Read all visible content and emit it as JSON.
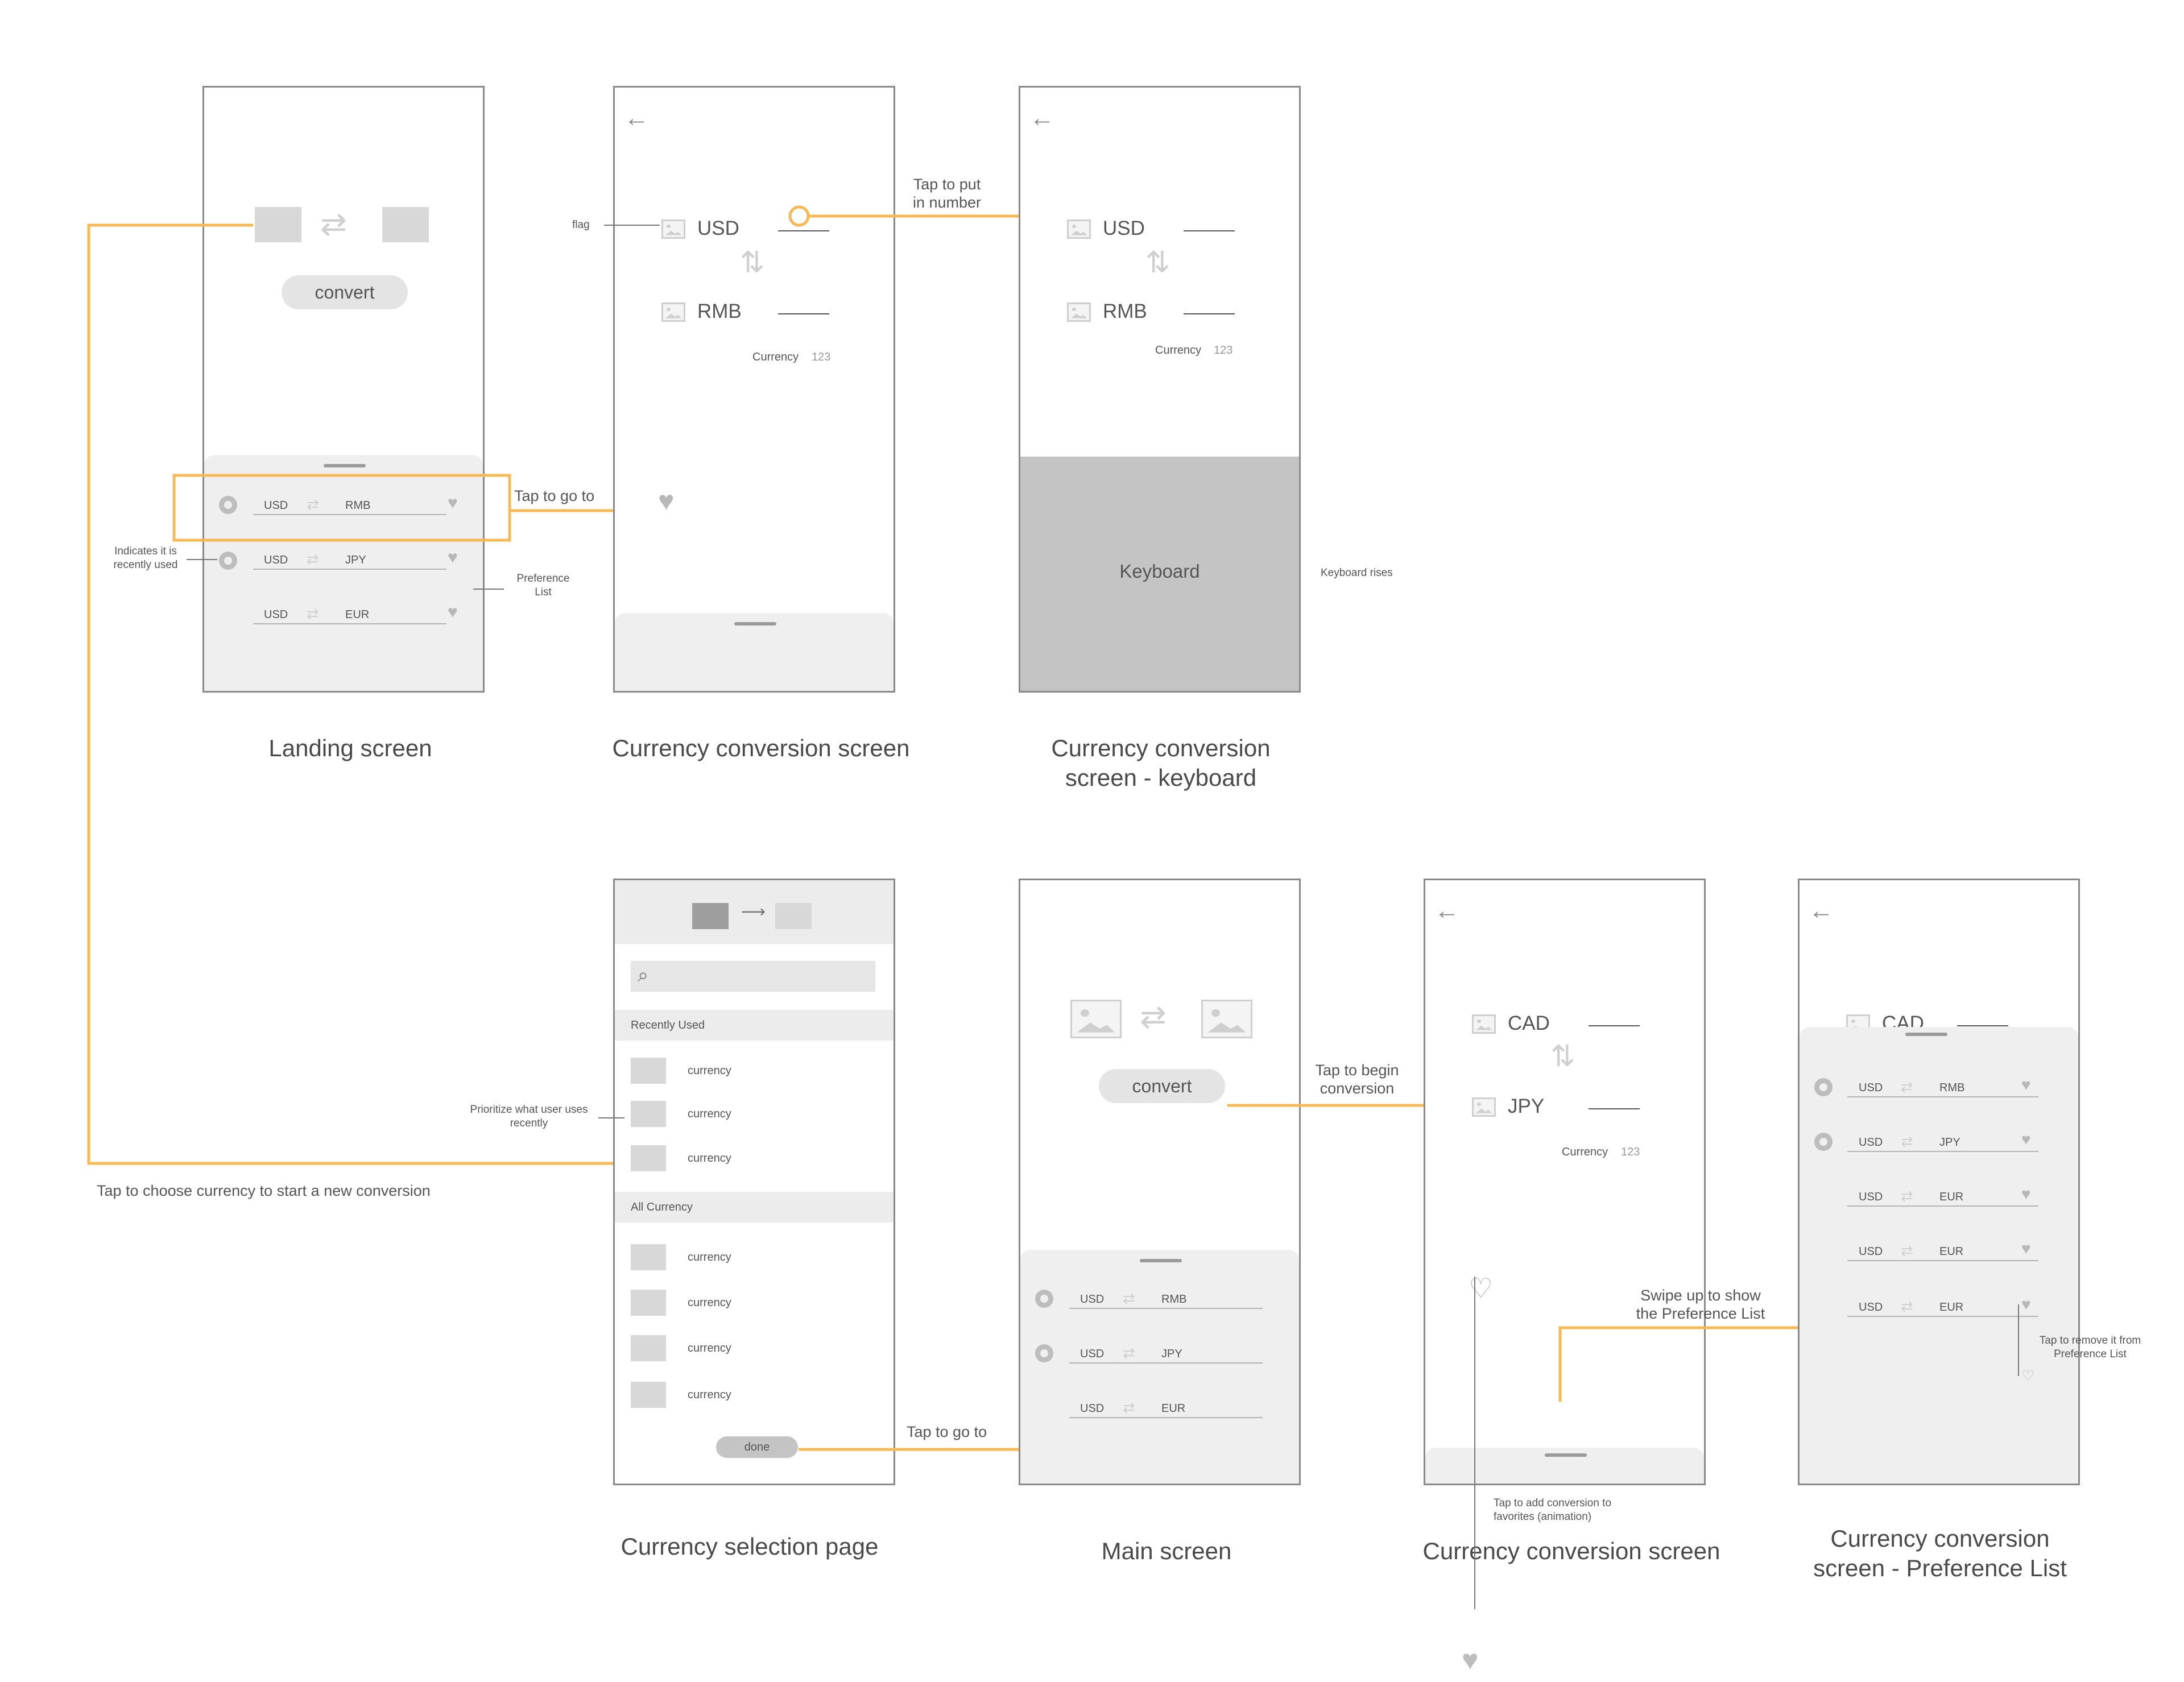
{
  "common": {
    "convert_label": "convert",
    "currency_label": "Currency",
    "number_label": "123",
    "usd": "USD",
    "rmb": "RMB",
    "jpy": "JPY",
    "eur": "EUR",
    "cad": "CAD",
    "back_icon": "arrow-left-icon",
    "swap_icon": "swap-arrows-icon",
    "heart_icon": "heart-icon",
    "clock_icon": "clock-icon",
    "accent_color": "#f7b955"
  },
  "landing": {
    "title": "Landing screen",
    "rows": [
      {
        "from": "USD",
        "to": "RMB"
      },
      {
        "from": "USD",
        "to": "JPY"
      },
      {
        "from": "USD",
        "to": "EUR"
      }
    ]
  },
  "conversion1": {
    "title": "Currency conversion screen"
  },
  "keyboard_screen": {
    "title_line1": "Currency conversion",
    "title_line2": "screen - keyboard",
    "keyboard_label": "Keyboard"
  },
  "selection": {
    "title": "Currency selection page",
    "recently_used": "Recently Used",
    "all_currency": "All Currency",
    "item_label": "currency",
    "done_label": "done"
  },
  "main_screen": {
    "title": "Main screen"
  },
  "conversion2": {
    "title": "Currency conversion screen"
  },
  "pref_screen": {
    "title_line1": "Currency conversion",
    "title_line2": "screen - Preference List",
    "rows": [
      {
        "from": "USD",
        "to": "RMB"
      },
      {
        "from": "USD",
        "to": "JPY"
      },
      {
        "from": "USD",
        "to": "EUR"
      },
      {
        "from": "USD",
        "to": "EUR"
      },
      {
        "from": "USD",
        "to": "EUR"
      }
    ]
  },
  "annotations": {
    "flag": "flag",
    "tap_put_number_1": "Tap to put",
    "tap_put_number_2": "in number",
    "tap_go_to": "Tap to go to",
    "recently_used_1": "Indicates it is",
    "recently_used_2": "recently used",
    "preference_list_1": "Preference",
    "preference_list_2": "List",
    "keyboard_rises": "Keyboard rises",
    "prioritize_1": "Prioritize what user uses",
    "prioritize_2": "recently",
    "tap_choose": "Tap to choose currency to start a new conversion",
    "tap_go_to_2": "Tap to go to",
    "begin_conv_1": "Tap to begin",
    "begin_conv_2": "conversion",
    "swipe_up_1": "Swipe up to show",
    "swipe_up_2": "the Preference List",
    "add_fav_1": "Tap to add conversion to",
    "add_fav_2": "favorites (animation)",
    "remove_1": "Tap to remove it from",
    "remove_2": "Preference List"
  }
}
